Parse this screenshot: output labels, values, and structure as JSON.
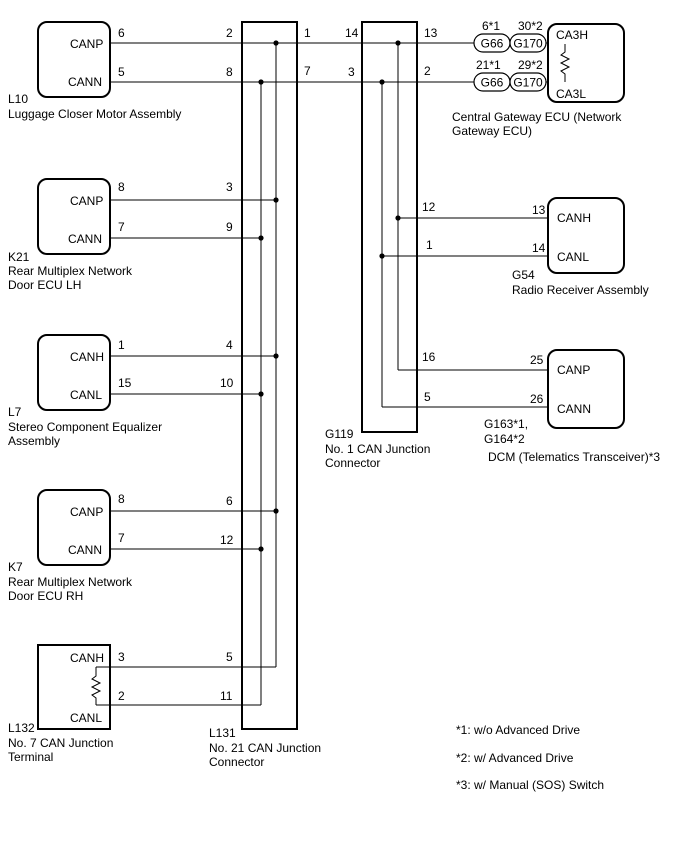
{
  "components": {
    "l10": {
      "pins": [
        "CANP",
        "CANN"
      ],
      "code": "L10",
      "name": [
        "Luggage Closer Motor Assembly"
      ]
    },
    "k21": {
      "pins": [
        "CANP",
        "CANN"
      ],
      "code": "K21",
      "name": [
        "Rear Multiplex Network",
        "Door ECU LH"
      ]
    },
    "l7": {
      "pins": [
        "CANH",
        "CANL"
      ],
      "code": "L7",
      "name": [
        "Stereo Component Equalizer",
        "Assembly"
      ]
    },
    "k7": {
      "pins": [
        "CANP",
        "CANN"
      ],
      "code": "K7",
      "name": [
        "Rear Multiplex Network",
        "Door ECU RH"
      ]
    },
    "l132": {
      "pins": [
        "CANH",
        "CANL"
      ],
      "code": "L132",
      "name": [
        "No. 7 CAN Junction",
        "Terminal"
      ]
    },
    "l131": {
      "code": "L131",
      "name": [
        "No. 21 CAN Junction",
        "Connector"
      ]
    },
    "g119": {
      "code": "G119",
      "name": [
        "No. 1 CAN Junction",
        "Connector"
      ]
    },
    "gateway": {
      "pins": [
        "CA3H",
        "CA3L"
      ],
      "name": [
        "Central Gateway ECU (Network",
        "Gateway ECU)"
      ]
    },
    "g54": {
      "pins": [
        "CANH",
        "CANL"
      ],
      "code": "G54",
      "name": [
        "Radio Receiver Assembly"
      ]
    },
    "dcm": {
      "pins": [
        "CANP",
        "CANN"
      ],
      "code": [
        "G163*1,",
        "G164*2"
      ],
      "name": [
        "DCM (Telematics Transceiver)*3"
      ]
    }
  },
  "connectors": {
    "g66": "G66",
    "g170": "G170",
    "top_labels": [
      "6*1",
      "30*2"
    ],
    "bottom_labels": [
      "21*1",
      "29*2"
    ]
  },
  "pin_numbers": {
    "l10_p": "6",
    "l10_n": "5",
    "l131_l10_p": "2",
    "l131_l10_n": "8",
    "l131_out_p": "1",
    "l131_out_n": "7",
    "g119_in_p": "14",
    "g119_in_n": "3",
    "g119_gw_p": "13",
    "g119_gw_n": "2",
    "k21_p": "8",
    "k21_n": "7",
    "l131_k21_p": "3",
    "l131_k21_n": "9",
    "l7_p": "1",
    "l7_n": "15",
    "l131_l7_p": "4",
    "l131_l7_n": "10",
    "k7_p": "8",
    "k7_n": "7",
    "l131_k7_p": "6",
    "l131_k7_n": "12",
    "l132_p": "3",
    "l132_n": "2",
    "l131_l132_p": "5",
    "l131_l132_n": "11",
    "g119_g54_p": "12",
    "g119_g54_n": "1",
    "g54_p": "13",
    "g54_n": "14",
    "g119_dcm_p": "16",
    "g119_dcm_n": "5",
    "dcm_p": "25",
    "dcm_n": "26"
  },
  "notes": [
    "*1: w/o Advanced Drive",
    "*2: w/ Advanced Drive",
    "*3: w/ Manual (SOS) Switch"
  ]
}
